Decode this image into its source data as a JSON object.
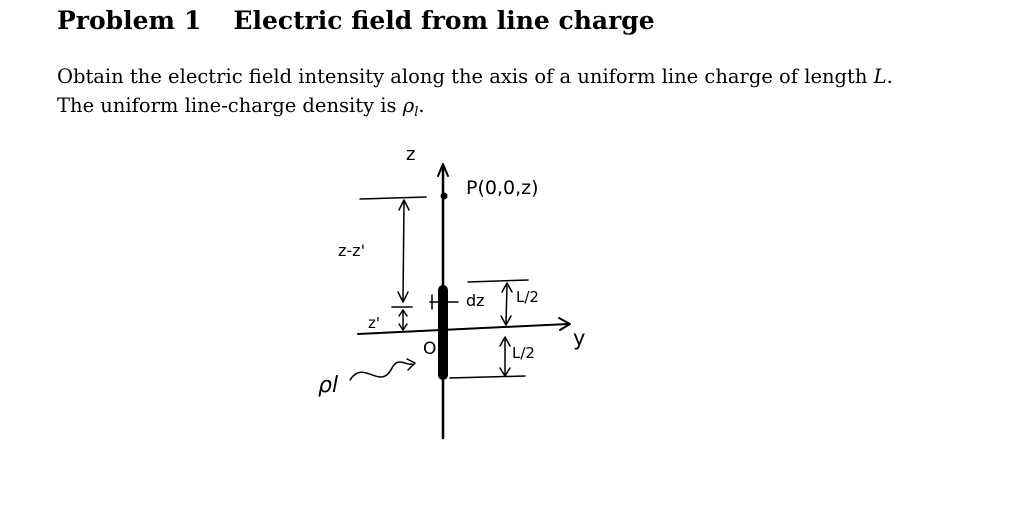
{
  "header": {
    "problem_label": "Problem",
    "problem_number": "1",
    "title": "Electric field from line charge"
  },
  "body": {
    "line1_text": "Obtain the electric field intensity along the axis of a uniform line charge of length ",
    "line1_var": "L",
    "line1_end": ".",
    "line2_text": "The uniform line-charge density is ",
    "line2_var_base": "ρ",
    "line2_var_sub": "l",
    "line2_end": "."
  },
  "figure": {
    "z_axis_label": "z",
    "y_axis_label": "y",
    "point_label": "P(0,0,z)",
    "origin_label": "O",
    "distance_label": "z-z'",
    "source_pos_label": "z'",
    "element_label": "dz",
    "half_len_top": "L/2",
    "half_len_bottom": "L/2",
    "density_label": "ρl"
  }
}
